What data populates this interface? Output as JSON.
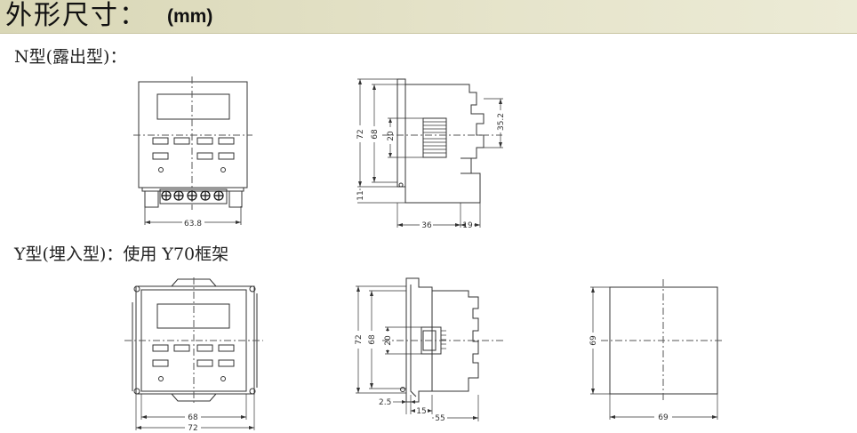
{
  "header": {
    "title_cn": "外形尺寸：",
    "title_unit": "(mm)"
  },
  "sections": {
    "n_type": "N型(露出型)：",
    "y_type": "Y型(埋入型)：使用 Y70框架"
  },
  "dimensions": {
    "n_front_width": "63.8",
    "n_side_height": "72",
    "n_side_inner": "68",
    "n_side_window": "20",
    "n_side_right": "35.2",
    "n_side_bottom": "11",
    "n_side_depth_a": "36",
    "n_side_depth_b": "19",
    "y_front_inner": "68",
    "y_front_outer": "72",
    "y_side_height": "72",
    "y_side_inner": "68",
    "y_side_window": "20",
    "y_side_offset": "2.5",
    "y_side_depth_a": "15",
    "y_side_depth_b": "55",
    "cutout_height": "69",
    "cutout_width": "69"
  },
  "colors": {
    "title_bar": "#dedcbf",
    "line": "#333333",
    "centerline": "#555555"
  }
}
